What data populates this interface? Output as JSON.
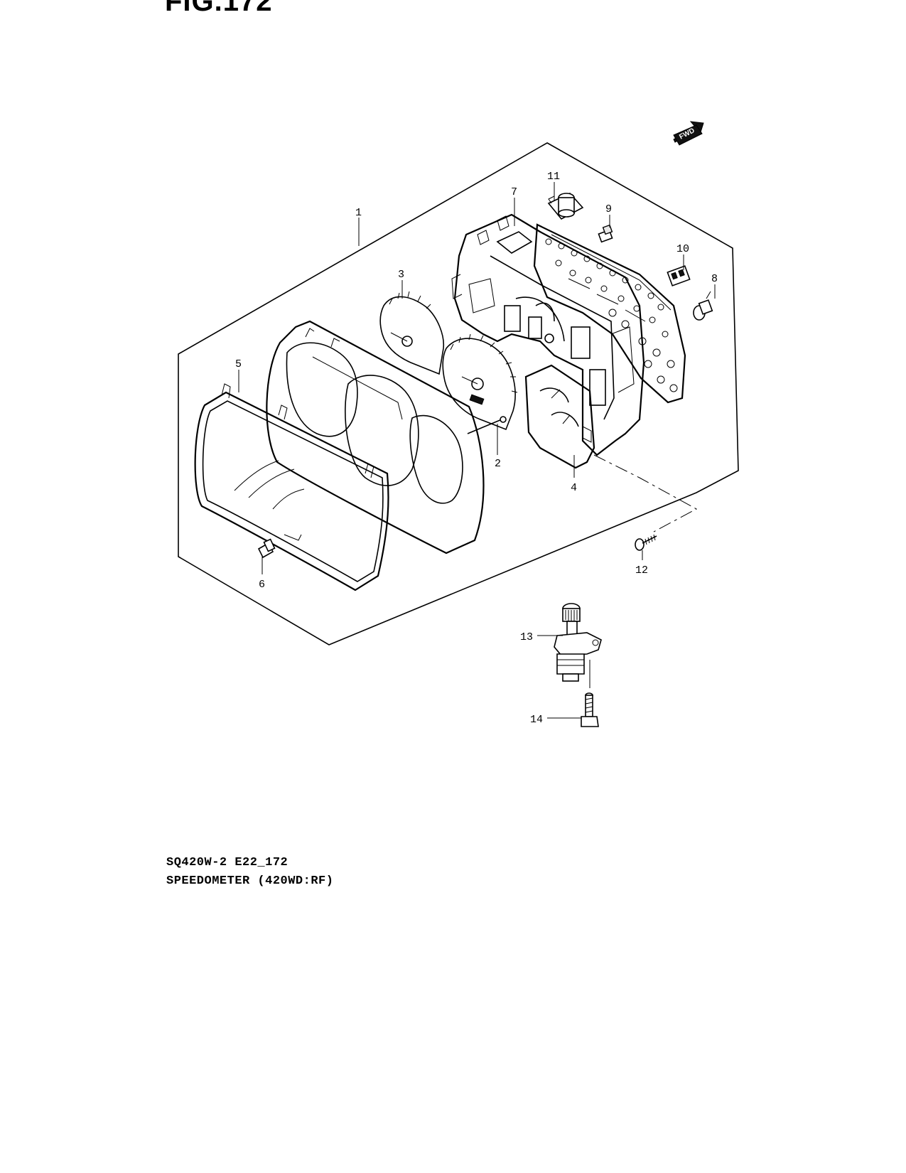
{
  "figure": {
    "title": "FIG.172",
    "code": "SQ420W-2 E22_172",
    "name": "SPEEDOMETER (420WD:RF)"
  },
  "direction_badge": "FWD",
  "callouts": [
    "1",
    "2",
    "3",
    "4",
    "5",
    "6",
    "7",
    "8",
    "9",
    "10",
    "11",
    "12",
    "13",
    "14"
  ]
}
